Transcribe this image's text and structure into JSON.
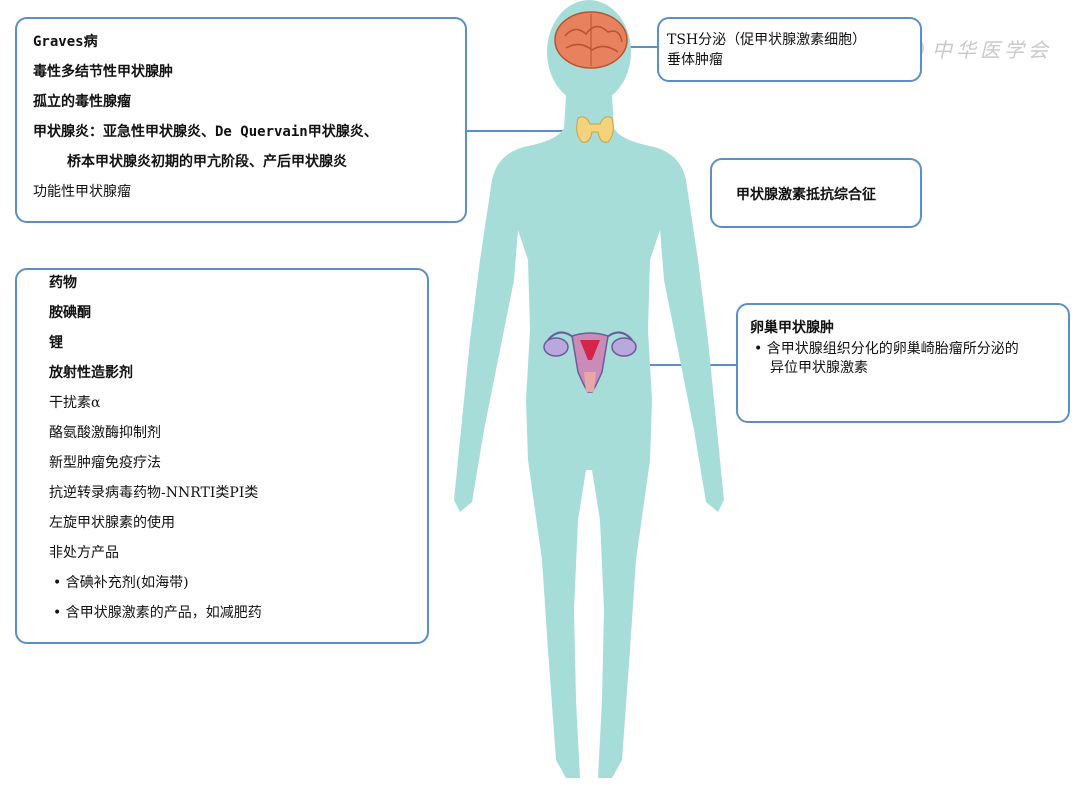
{
  "colors": {
    "body": "#a7ddd9",
    "border": "#5b8ecb",
    "line": "#5b8ecb",
    "brain": "#e8825e",
    "thyroid": "#f3d47a",
    "uterus": "#c98bb8"
  },
  "causes_box": {
    "items": [
      "Graves病",
      "毒性多结节性甲状腺肿",
      "孤立的毒性腺瘤",
      "甲状腺炎：亚急性甲状腺炎、De Quervain甲状腺炎、",
      "桥本甲状腺炎初期的甲亢阶段、产后甲状腺炎",
      "功能性甲状腺瘤"
    ]
  },
  "drugs_box": {
    "items": [
      "药物",
      "胺碘酮",
      "锂",
      "放射性造影剂",
      "干扰素α",
      "酪氨酸激酶抑制剂",
      "新型肿瘤免疫疗法",
      "抗逆转录病毒药物-NNRTI类PI类",
      "左旋甲状腺素的使用",
      "非处方产品",
      "• 含碘补充剂(如海带)",
      "• 含甲状腺激素的产品，如减肥药"
    ]
  },
  "pituitary_box": {
    "line1": "TSH分泌（促甲状腺激素细胞）",
    "line2": "垂体肿瘤"
  },
  "resistance_box": {
    "label": "甲状腺激素抵抗综合征"
  },
  "ovary_box": {
    "title": "卵巢甲状腺肿",
    "bullet_line1": "• 含甲状腺组织分化的卵巢崎胎瘤所分泌的",
    "bullet_line2": "异位甲状腺激素"
  },
  "icons": [
    "brain-icon",
    "thyroid-icon",
    "uterus-icon",
    "pill-bottle-icon",
    "capsule-icon",
    "tablet-icon",
    "watermark-logo-icon"
  ],
  "watermark": {
    "text": "中华医学会"
  }
}
